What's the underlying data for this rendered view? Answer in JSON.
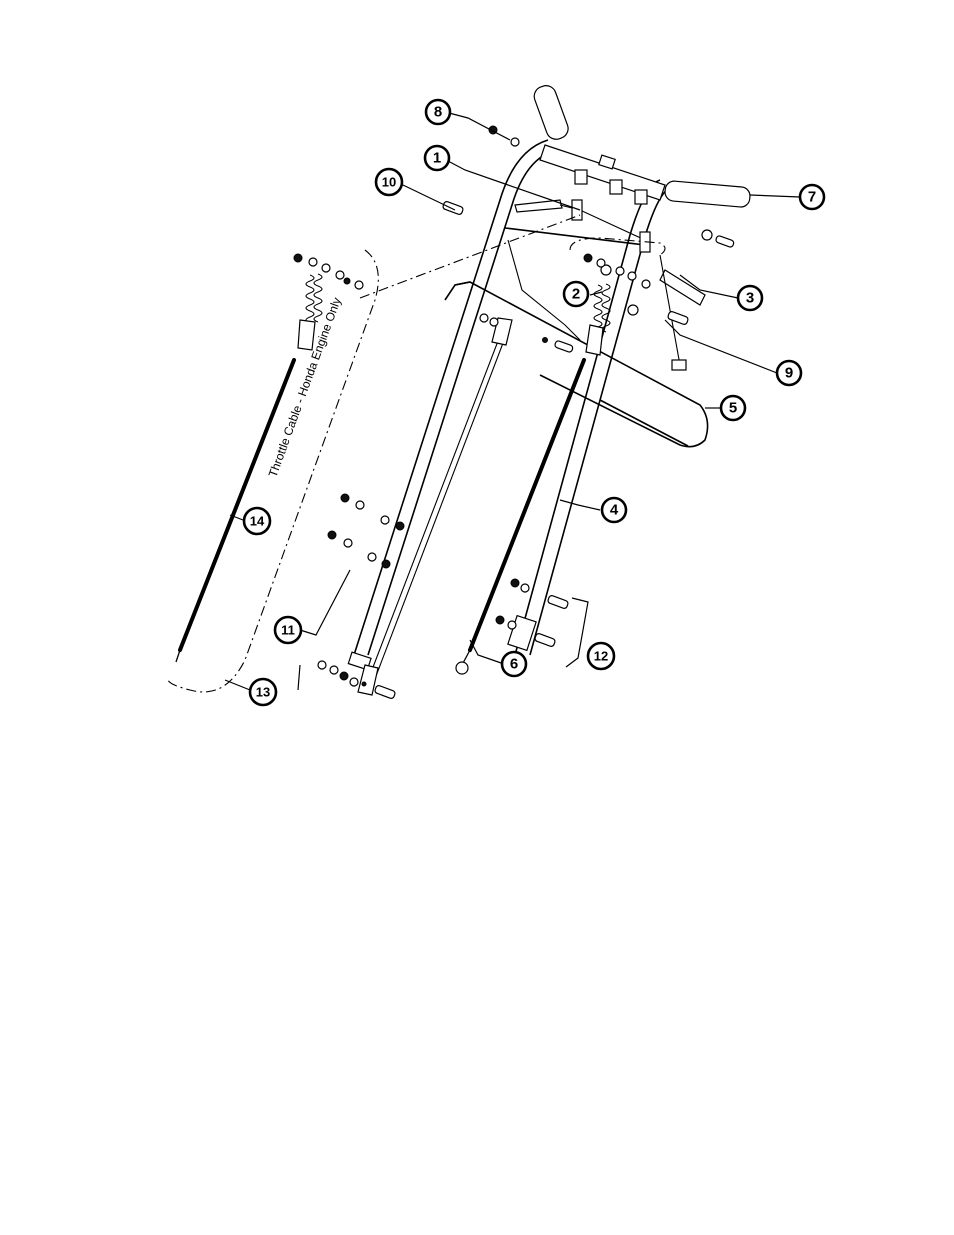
{
  "diagram": {
    "callouts": [
      {
        "id": "c1",
        "label": "1"
      },
      {
        "id": "c2",
        "label": "2"
      },
      {
        "id": "c3",
        "label": "3"
      },
      {
        "id": "c4",
        "label": "4"
      },
      {
        "id": "c5",
        "label": "5"
      },
      {
        "id": "c6",
        "label": "6"
      },
      {
        "id": "c7",
        "label": "7"
      },
      {
        "id": "c8",
        "label": "8"
      },
      {
        "id": "c9",
        "label": "9"
      },
      {
        "id": "c10",
        "label": "10"
      },
      {
        "id": "c11",
        "label": "11"
      },
      {
        "id": "c12",
        "label": "12"
      },
      {
        "id": "c13",
        "label": "13"
      },
      {
        "id": "c14",
        "label": "14"
      }
    ],
    "annotation": "Throttle Cable - Honda Engine Only"
  }
}
